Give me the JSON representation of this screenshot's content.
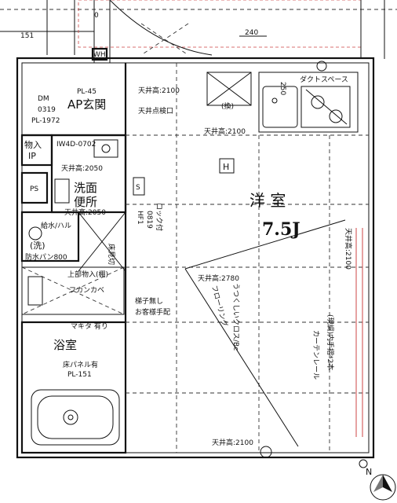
{
  "plan": {
    "dim_240": "240",
    "dim_151": "151",
    "dim_250": "250",
    "wh_label": "WH",
    "duct_space": "ダクトスペース",
    "ceiling_2100_top": "天井高:2100",
    "ceiling_inspection": "天井点検口",
    "vent_label": "(換)",
    "ceiling_2100_kitchen": "天井高:2100",
    "entrance": {
      "pl": "PL-45",
      "name": "AP玄関",
      "dm": "DM",
      "dm_num": "0319",
      "pl_code": "PL-1972"
    },
    "storage": {
      "line1": "物入",
      "line2": "IP"
    },
    "door_code": "IW4D-0702",
    "ps": "PS",
    "washroom": {
      "ceiling": "天井高:2050",
      "name1": "洗面",
      "name2": "便所"
    },
    "s_mark": "S",
    "h_mark": "H",
    "hfl": {
      "line1": "HF1",
      "line2": "0819",
      "line3": "ロック付"
    },
    "ceiling_2050_b": "天井高:2050",
    "washer": {
      "line1": "給水/ハル",
      "line2": "(洗)",
      "line3": "防水パン800"
    },
    "floor_switch": "床見切",
    "upper_storage": "上部物入(棚)",
    "fukakaba": "フカンカベ",
    "makita": "マキタ 有り",
    "bath": {
      "name": "浴室",
      "panel": "床パネル有",
      "pl": "PL-151"
    },
    "room": {
      "name": "洋 室",
      "size": "7.5J"
    },
    "ceiling_2780": "天井高:2780",
    "flooring": "フローリング",
    "loft_note": "うつくしいクロス/Bc",
    "ladder": {
      "line1": "梯子無し",
      "line2": "お客様手配"
    },
    "ceiling_right": "天井高:2100",
    "curtain": "カーテンレール",
    "handrail": "(現調)内手摺*2本",
    "ceiling_bottom": "天井高:2100",
    "compass_n": "N"
  },
  "colors": {
    "wall": "#111111",
    "accent_red": "#cc4444"
  }
}
